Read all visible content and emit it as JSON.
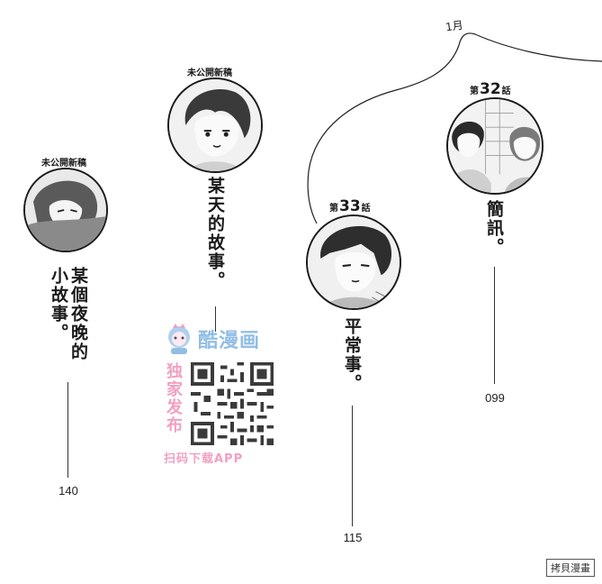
{
  "month_label": "1月",
  "entries": [
    {
      "tag": "未公開新稿",
      "title": "某個夜晚的\n小故事。",
      "page": "140"
    },
    {
      "tag": "未公開新稿",
      "title": "某天的故事。",
      "page": ""
    },
    {
      "tag_prefix": "第",
      "tag_number": "33",
      "tag_suffix": "話",
      "title": "平常事。",
      "page": "115"
    },
    {
      "tag_prefix": "第",
      "tag_number": "32",
      "tag_suffix": "話",
      "title": "簡訊。",
      "page": "099"
    }
  ],
  "watermark": {
    "logo_text": "酷漫画",
    "vertical_text": "独家发布",
    "bottom_text": "扫码下载APP"
  },
  "corner_mark": "拷貝漫畫",
  "colors": {
    "ink": "#1a1a1a",
    "watermark_blue": "#7fb3e0",
    "watermark_pink": "#f08fb8"
  }
}
